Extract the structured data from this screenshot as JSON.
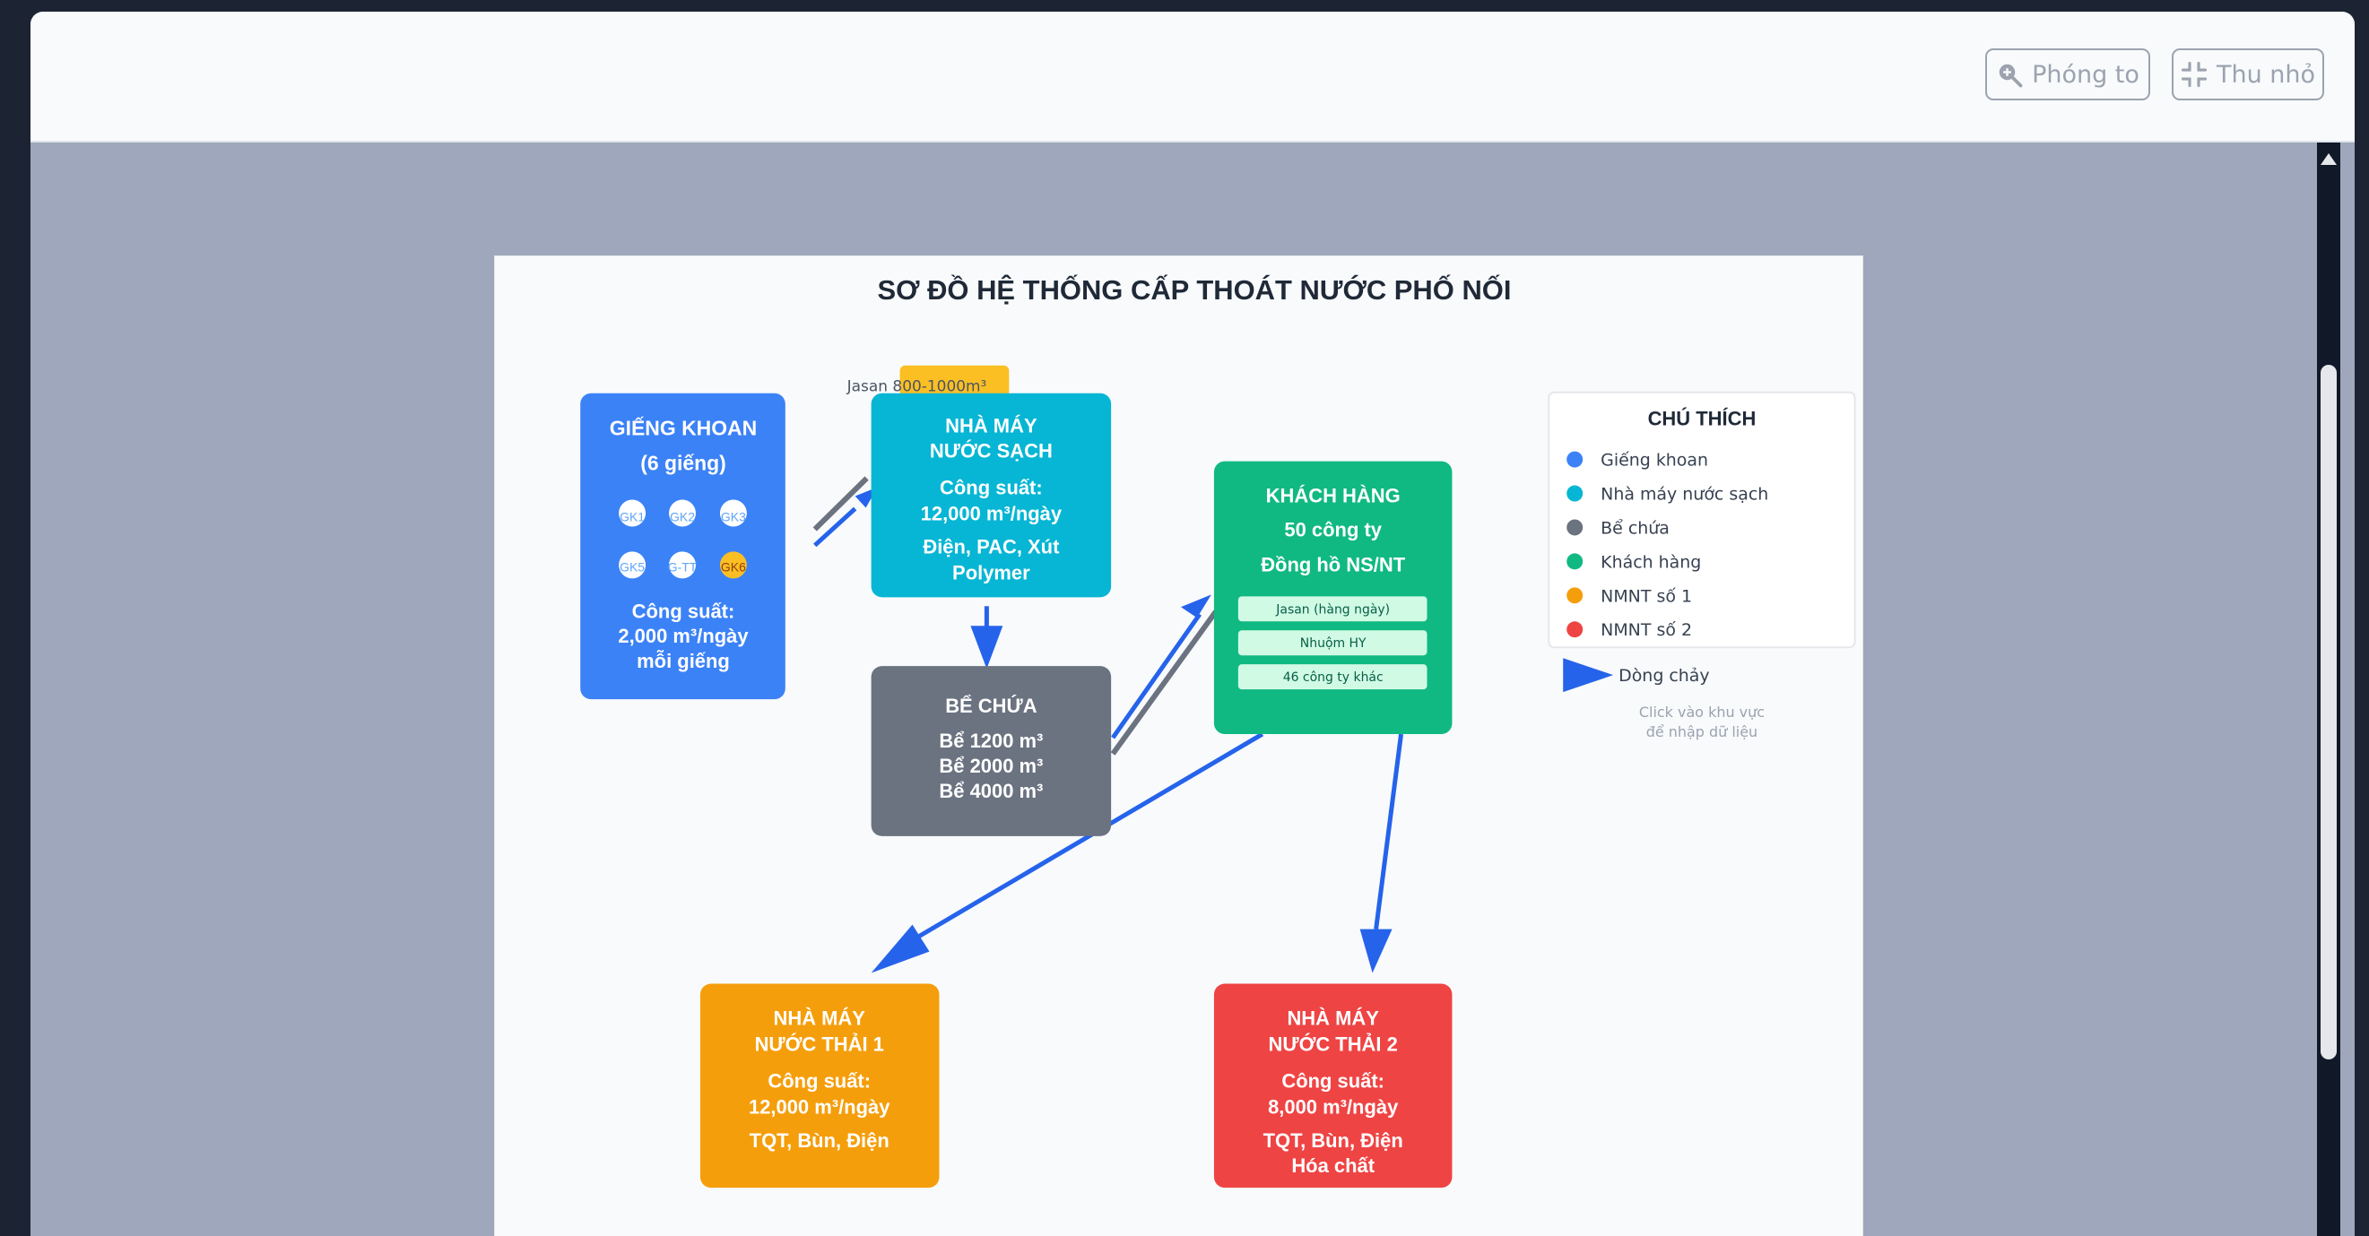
{
  "toolbar": {
    "zoom_in_label": "Phóng to",
    "zoom_out_label": "Thu nhỏ"
  },
  "diagram": {
    "title": "SƠ ĐỒ HỆ THỐNG CẤP THOÁT NƯỚC PHỐ NỐI",
    "jasan_tag": "Jasan 800-1000m³",
    "wells": {
      "title": "GIẾNG KHOAN",
      "count": "(6 giếng)",
      "labels": [
        "GK1",
        "GK2",
        "GK3",
        "GK5",
        "G-TT",
        "GK6"
      ],
      "capacity_1": "Công suất:",
      "capacity_2": "2,000 m³/ngày",
      "capacity_3": "mỗi giếng"
    },
    "plant": {
      "title_1": "NHÀ MÁY",
      "title_2": "NƯỚC SẠCH",
      "capacity_1": "Công suất:",
      "capacity_2": "12,000 m³/ngày",
      "inputs_1": "Điện, PAC, Xút",
      "inputs_2": "Polymer"
    },
    "tank": {
      "title": "BỂ CHỨA",
      "t1": "Bể 1200 m³",
      "t2": "Bể 2000 m³",
      "t3": "Bể 4000 m³"
    },
    "customers": {
      "title": "KHÁCH HÀNG",
      "count": "50 công ty",
      "meters": "Đồng hồ NS/NT",
      "items": [
        "Jasan (hàng ngày)",
        "Nhuộm HY",
        "46 công ty khác"
      ]
    },
    "wwtp1": {
      "title_1": "NHÀ MÁY",
      "title_2": "NƯỚC THẢI 1",
      "capacity_1": "Công suất:",
      "capacity_2": "12,000 m³/ngày",
      "inputs": "TQT, Bùn, Điện"
    },
    "wwtp2": {
      "title_1": "NHÀ MÁY",
      "title_2": "NƯỚC THẢI 2",
      "capacity_1": "Công suất:",
      "capacity_2": "8,000 m³/ngày",
      "inputs_1": "TQT, Bùn, Điện",
      "inputs_2": "Hóa chất"
    }
  },
  "legend": {
    "title": "CHÚ THÍCH",
    "items": [
      {
        "label": "Giếng khoan",
        "color": "#3b82f6"
      },
      {
        "label": "Nhà máy nước sạch",
        "color": "#06b6d4"
      },
      {
        "label": "Bể chứa",
        "color": "#6b7280"
      },
      {
        "label": "Khách hàng",
        "color": "#10b981"
      },
      {
        "label": "NMNT số 1",
        "color": "#f59e0b"
      },
      {
        "label": "NMNT số 2",
        "color": "#ef4444"
      }
    ],
    "flow_label": "Dòng chảy",
    "hint_1": "Click vào khu vực",
    "hint_2": "để nhập dữ liệu"
  },
  "colors": {
    "wells": "#3b82f6",
    "plant": "#06b6d4",
    "tank": "#6b7280",
    "customers": "#10b981",
    "wwtp1": "#f59e0b",
    "wwtp2": "#ef4444",
    "flow": "#2563eb",
    "return_flow": "#6b7280",
    "gk6_highlight": "#fbbf24"
  },
  "icons": {
    "zoom_in": "zoom-in-icon",
    "zoom_out": "compress-icon"
  }
}
